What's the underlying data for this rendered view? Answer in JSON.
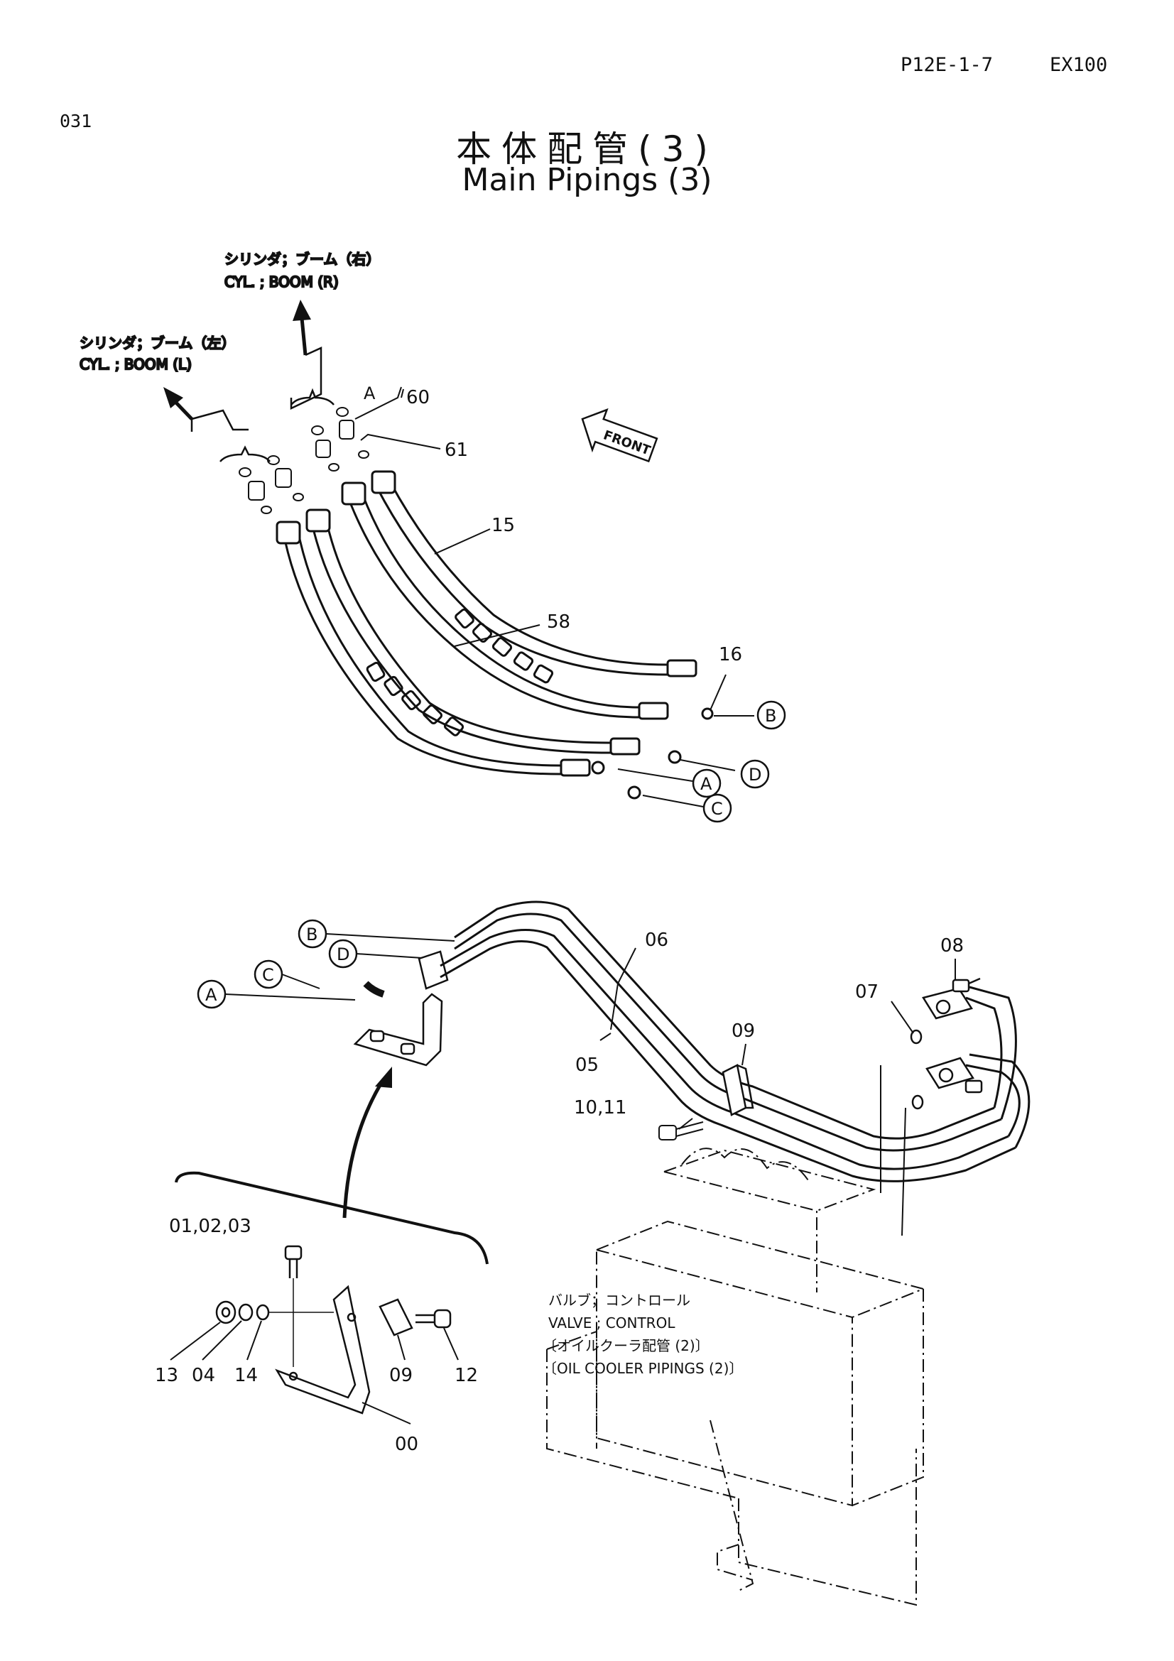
{
  "header": {
    "page_code": "P12E-1-7",
    "model": "EX100",
    "sheet_no": "031"
  },
  "title": {
    "jp": "本体配管(3)",
    "en": "Main Pipings (3)"
  },
  "destinations": {
    "boom_right_jp": "シリンダ；ブーム（右）",
    "boom_right_en": "CYL. ; BOOM (R)",
    "boom_left_jp": "シリンダ；ブーム（左）",
    "boom_left_en": "CYL. ; BOOM (L)",
    "front": "FRONT",
    "valve_jp": "バルブ；コントロール",
    "valve_en": "VALVE ; CONTROL",
    "oil_cooler_jp": "〔オイルクーラ配管 (2)〕",
    "oil_cooler_en": "〔OIL COOLER PIPINGS (2)〕"
  },
  "callouts": {
    "p60": "60",
    "p61": "61",
    "p15": "15",
    "p58": "58",
    "p16": "16",
    "p06": "06",
    "p05": "05",
    "p08": "08",
    "p07": "07",
    "p09": "09",
    "p10_11": "10,11",
    "p01_02_03": "01,02,03",
    "p13": "13",
    "p04": "04",
    "p14": "14",
    "p09b": "09",
    "p12": "12",
    "p00": "00"
  },
  "connectors": {
    "a": "A",
    "b": "B",
    "c": "C",
    "d": "D"
  }
}
